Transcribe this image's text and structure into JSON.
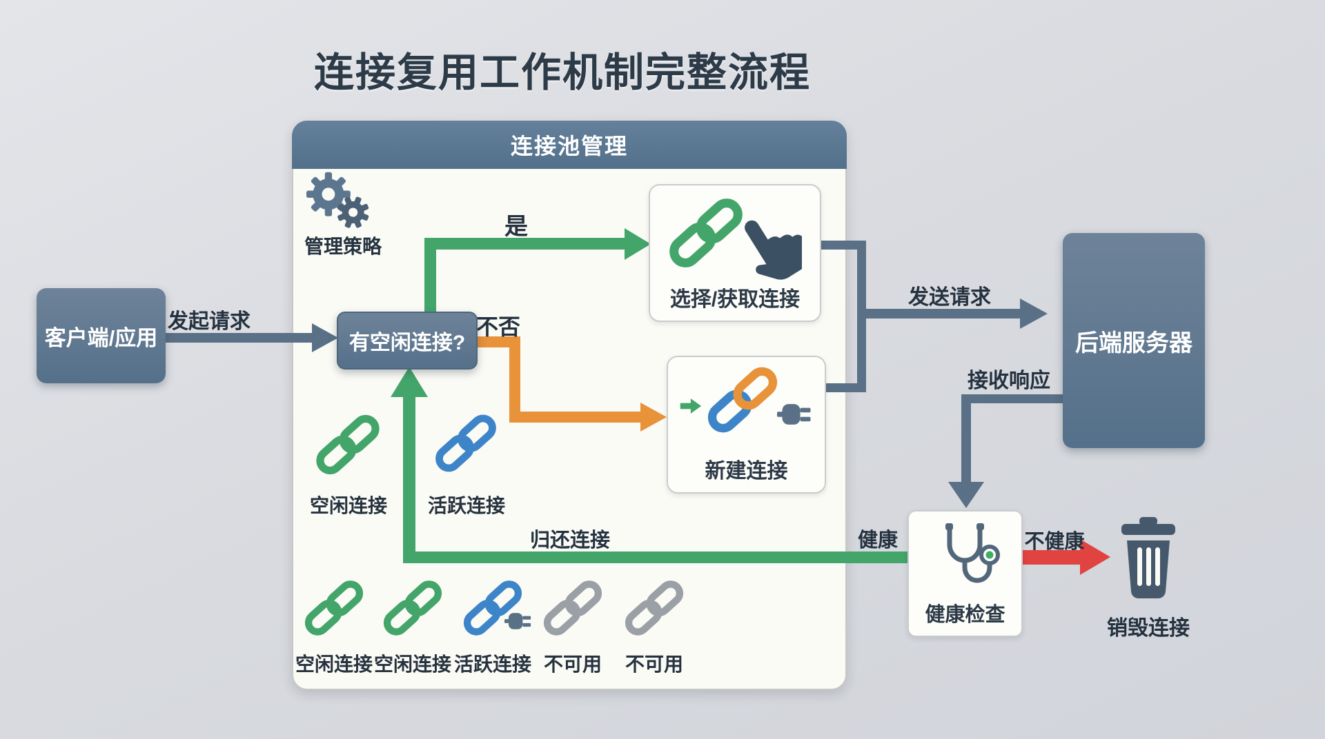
{
  "title": "连接复用工作机制完整流程",
  "colors": {
    "green": "#43a56a",
    "orange": "#e8923a",
    "red": "#e04340",
    "slate": "#5b7590",
    "blue": "#3d85c8",
    "gray": "#9aa0a6",
    "panel": "#fbfbf6",
    "ink": "#24313f"
  },
  "client": {
    "label": "客户端/应用"
  },
  "pool": {
    "header": "连接池管理",
    "strategy_label": "管理策略",
    "decision_label": "有空闲连接?",
    "yes_label": "是",
    "no_label": "不否",
    "select_label": "选择/获取连接",
    "create_label": "新建连接",
    "return_label": "归还连接",
    "mid_row": [
      {
        "type": "idle",
        "label": "空闲连接"
      },
      {
        "type": "active",
        "label": "活跃连接"
      }
    ],
    "bottom_row": [
      {
        "type": "idle",
        "label": "空闲连接"
      },
      {
        "type": "idle",
        "label": "空闲连接"
      },
      {
        "type": "active-plug",
        "label": "活跃连接"
      },
      {
        "type": "unavailable",
        "label": "不可用"
      },
      {
        "type": "unavailable",
        "label": "不可用"
      }
    ]
  },
  "server": {
    "label": "后端服务器"
  },
  "health": {
    "label": "健康检查",
    "healthy_label": "健康",
    "unhealthy_label": "不健康"
  },
  "destroy": {
    "label": "销毁连接"
  },
  "edges": {
    "request": "发起请求",
    "send": "发送请求",
    "receive": "接收响应"
  }
}
